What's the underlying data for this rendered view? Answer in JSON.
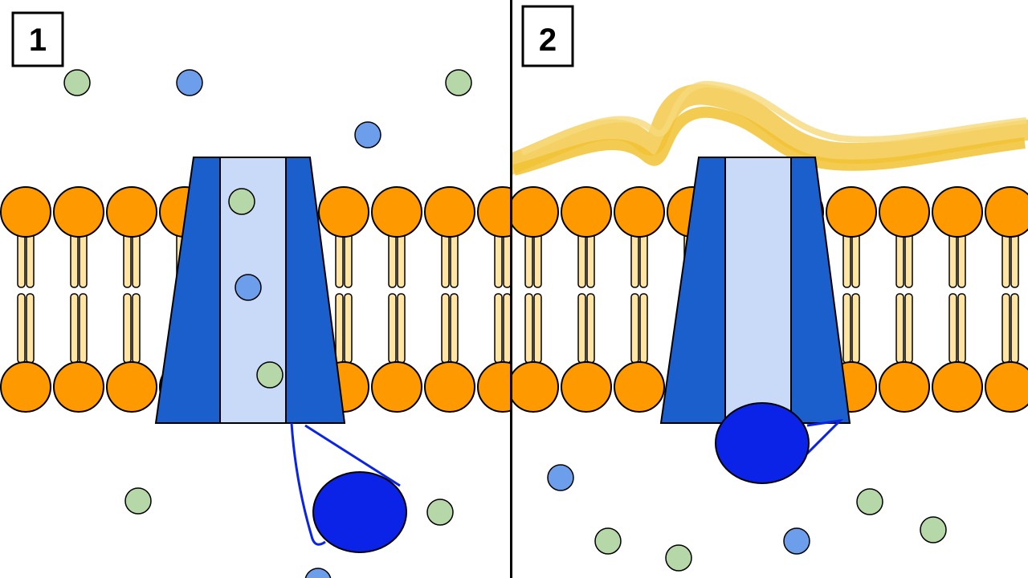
{
  "panels": [
    {
      "label": "1",
      "plug_state": "unplugged",
      "toxin_present": false,
      "molecules": [
        {
          "color": "green"
        },
        {
          "color": "blue"
        },
        {
          "color": "green"
        },
        {
          "color": "blue"
        },
        {
          "color": "green"
        },
        {
          "color": "blue"
        },
        {
          "color": "green"
        },
        {
          "color": "green"
        },
        {
          "color": "green"
        },
        {
          "color": "blue"
        }
      ]
    },
    {
      "label": "2",
      "plug_state": "plugging-pore",
      "toxin_present": true,
      "molecules": [
        {
          "color": "blue"
        },
        {
          "color": "green"
        },
        {
          "color": "green"
        },
        {
          "color": "blue"
        },
        {
          "color": "green"
        },
        {
          "color": "green"
        }
      ]
    }
  ],
  "colors": {
    "lipid_head": "#FF9900",
    "lipid_tail": "#FFE4A3",
    "channel_wall": "#1A5FCC",
    "channel_pore": "#C9DAF8",
    "plug": "#0A23E6",
    "molecule_green": "#B6D7A8",
    "molecule_blue": "#6D9EEB",
    "toxin": "#F1C232",
    "outline": "#000000"
  }
}
